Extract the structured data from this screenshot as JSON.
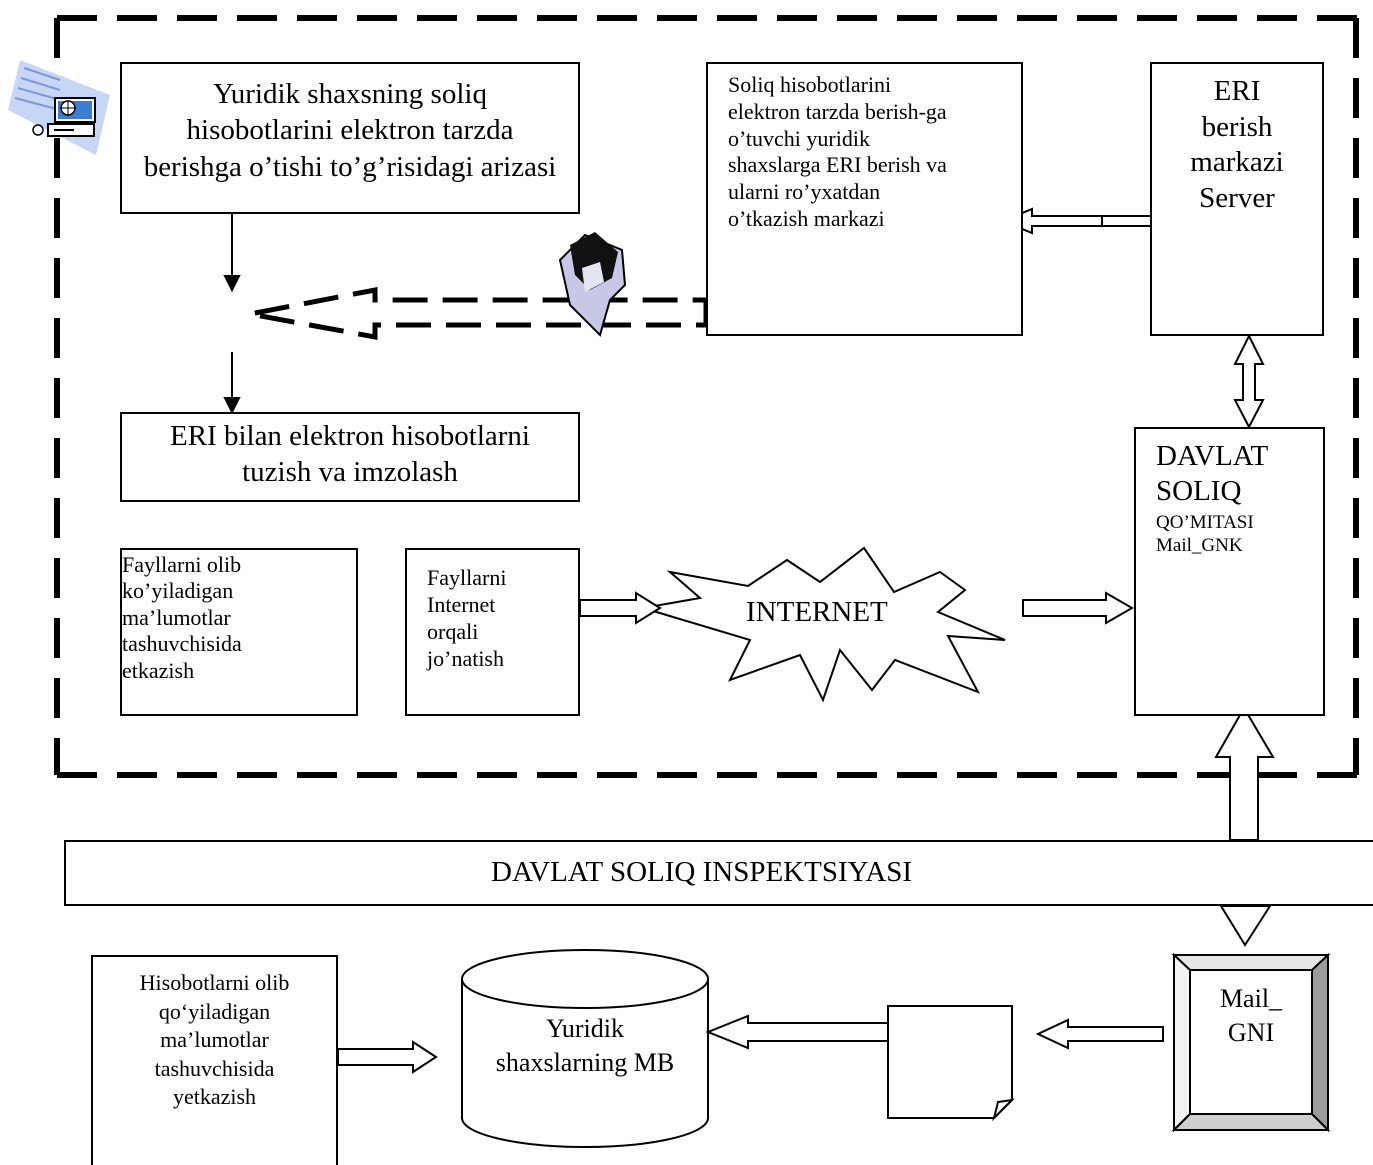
{
  "boxes": {
    "application": "Yuridik shaxsning soliq hisobotlarini elektron tarzda berishga  o’tishi to’g’risidagi arizasi",
    "center": "Soliq hisobotlarini\nelektron tarzda berish-ga\no’tuvchi yuridik\nshaxslarga ERI berish va\nularni ro’yxatdan\no’tkazish markazi",
    "eri_server": "ERI\nberish\nmarkazi\nServer",
    "sign": "ERI bilan elektron hisobotlarni tuzish va imzolash",
    "carrier": "Fayllarni olib\nko’yiladigan\nma’lumotlar\ntashuvchisida\netkazish",
    "send": "Fayllarni\nInternet\norqali\njo’natish",
    "internet": "INTERNET",
    "dsq_title": "DAVLAT\nSOLIQ",
    "dsq_sub": "QO’MITASI\nMail_GNK",
    "inspection": "DAVLAT SOLIQ INSPEKTSIYASI",
    "reports_carrier": "Hisobotlarni olib\nqo‘yiladigan\nma’lumotlar\ntashuvchisida\nyetkazish",
    "database": "Yuridik\nshaxslarning MB",
    "mail_gni": "Mail_\nGNI"
  },
  "icons": [
    "computer-icon",
    "agent-figure-icon",
    "document-icon",
    "database-icon"
  ]
}
